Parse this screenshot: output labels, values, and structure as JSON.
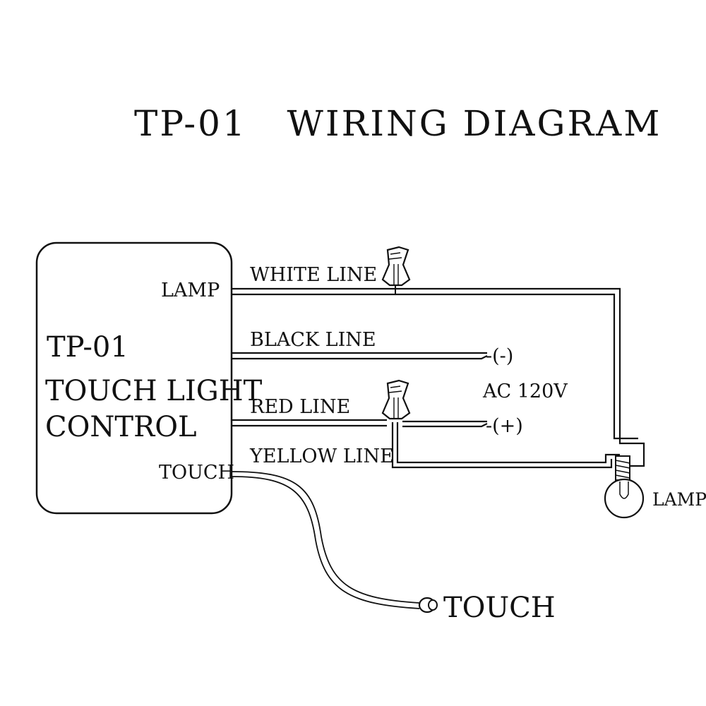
{
  "title": "TP-01   WIRING DIAGRAM",
  "module": {
    "name": "TP-01",
    "line1": "TOUCH LIGHT",
    "line2": "CONTROL",
    "lamp_port": "LAMP",
    "touch_port": "TOUCH"
  },
  "wires": {
    "white": "WHITE LINE",
    "black": "BLACK LINE",
    "red": "RED LINE",
    "yellow": "YELLOW LINE"
  },
  "power": {
    "minus": "-(-)",
    "label": "AC 120V",
    "plus": "-(+)"
  },
  "lamp_label": "LAMP",
  "touch_label": "TOUCH"
}
